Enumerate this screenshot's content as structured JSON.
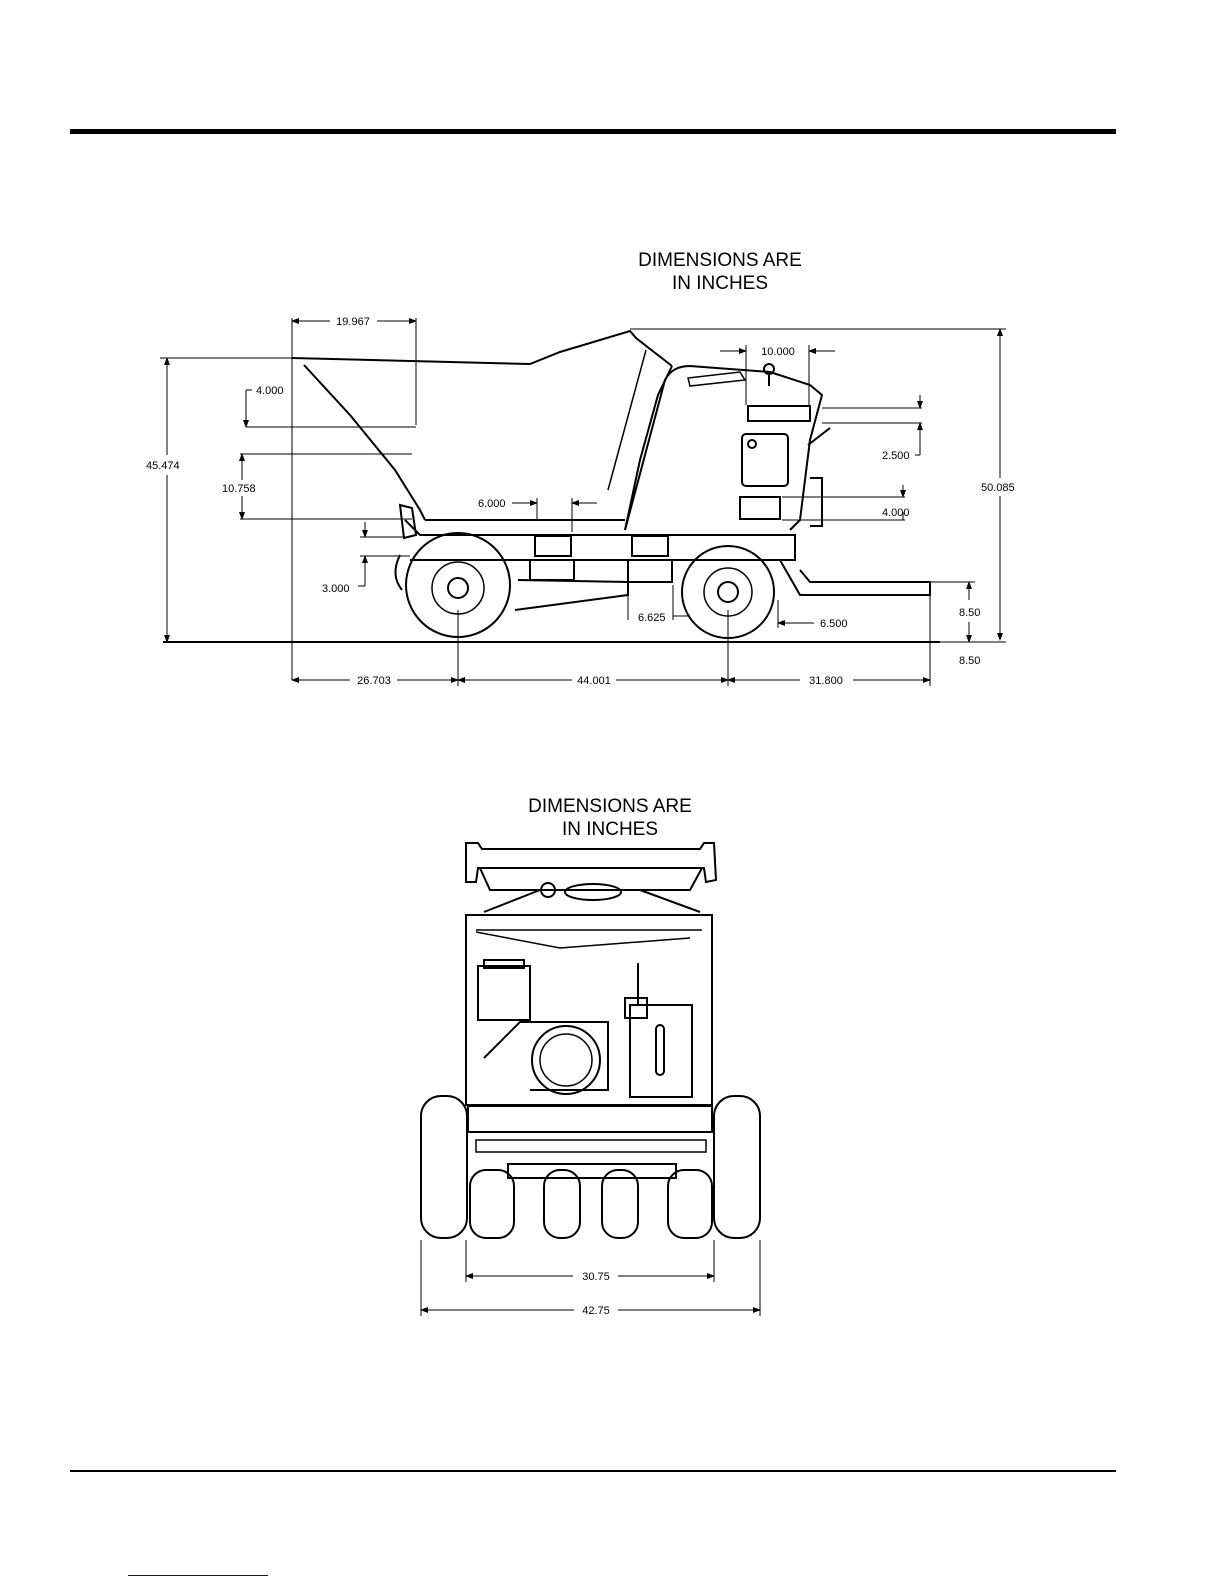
{
  "side_view": {
    "title_line1": "DIMENSIONS ARE",
    "title_line2": "IN INCHES",
    "dims": {
      "hopper_offset": "19.967",
      "cab_width": "10.000",
      "lip_height": "4.000",
      "hopper_depth": "10.758",
      "overall_height": "45.474",
      "total_height": "50.085",
      "frame_step": "6.000",
      "step_height": "2.500",
      "light_height": "4.000",
      "axle_clearance": "3.000",
      "gap": "6.625",
      "hitch_offset": "6.500",
      "hitch_height": "8.50",
      "hitch_height_label": "8.50",
      "front_overhang": "26.703",
      "wheelbase": "44.001",
      "rear_overhang": "31.800"
    }
  },
  "front_view": {
    "title_line1": "DIMENSIONS ARE",
    "title_line2": "IN INCHES",
    "dims": {
      "inner_width": "30.75",
      "outer_width": "42.75"
    }
  }
}
